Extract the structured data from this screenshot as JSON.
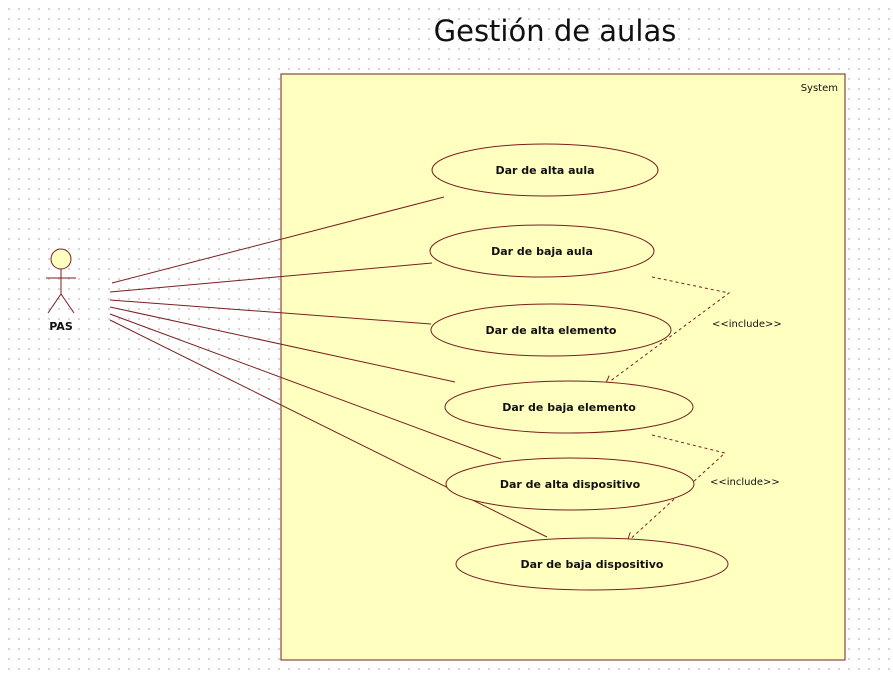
{
  "diagram": {
    "title": "Gestión de aulas",
    "system_label": "System",
    "actor": {
      "name": "PAS"
    },
    "use_cases": [
      {
        "id": "uc1",
        "label": "Dar de alta aula"
      },
      {
        "id": "uc2",
        "label": "Dar de baja aula"
      },
      {
        "id": "uc3",
        "label": "Dar de alta elemento"
      },
      {
        "id": "uc4",
        "label": "Dar de baja elemento"
      },
      {
        "id": "uc5",
        "label": "Dar de alta dispositivo"
      },
      {
        "id": "uc6",
        "label": "Dar de baja dispositivo"
      }
    ],
    "relations": [
      {
        "from": "uc2",
        "to": "uc4",
        "label": "<<include>>"
      },
      {
        "from": "uc4",
        "to": "uc6",
        "label": "<<include>>"
      }
    ],
    "colors": {
      "system_fill": "#ffffc0",
      "usecase_fill": "#ffffc0",
      "stroke": "#7a1e1e"
    }
  }
}
